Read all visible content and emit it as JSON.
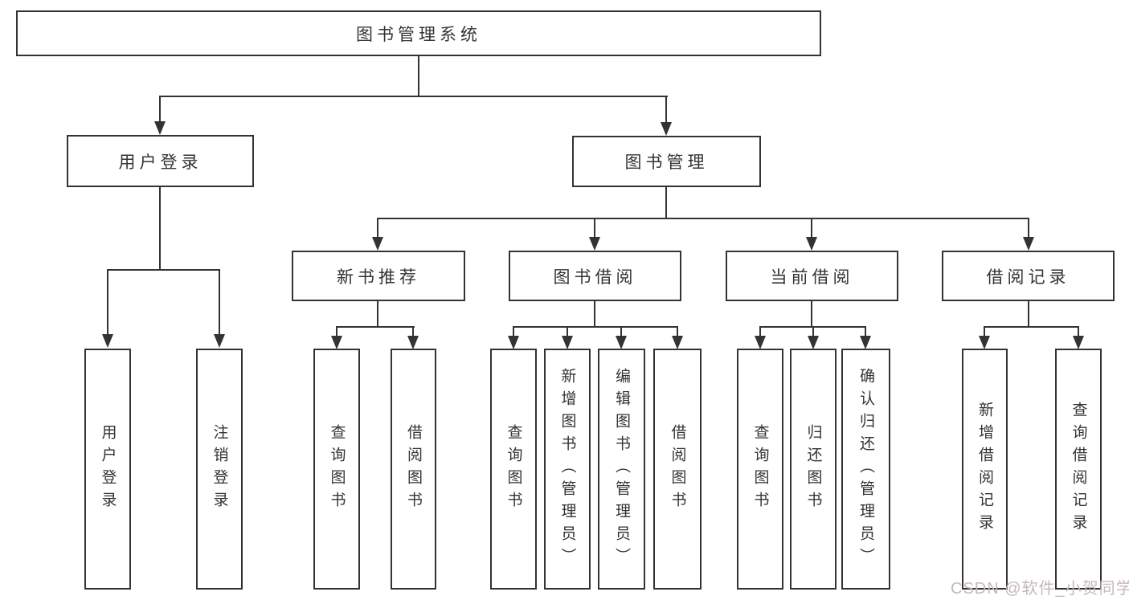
{
  "diagram": {
    "root": {
      "label": "图书管理系统"
    },
    "branches": [
      {
        "label": "用户登录",
        "children": [
          {
            "label": "用户登录"
          },
          {
            "label": "注销登录"
          }
        ]
      },
      {
        "label": "图书管理",
        "children": [
          {
            "label": "新书推荐",
            "children": [
              {
                "label": "查询图书"
              },
              {
                "label": "借阅图书"
              }
            ]
          },
          {
            "label": "图书借阅",
            "children": [
              {
                "label": "查询图书"
              },
              {
                "label": "新增图书（管理员）"
              },
              {
                "label": "编辑图书（管理员）"
              },
              {
                "label": "借阅图书"
              }
            ]
          },
          {
            "label": "当前借阅",
            "children": [
              {
                "label": "查询图书"
              },
              {
                "label": "归还图书"
              },
              {
                "label": "确认归还（管理员）"
              }
            ]
          },
          {
            "label": "借阅记录",
            "children": [
              {
                "label": "新增借阅记录"
              },
              {
                "label": "查询借阅记录"
              }
            ]
          }
        ]
      }
    ],
    "watermark": "CSDN @软件_小贺同学",
    "colors": {
      "line": "#333333",
      "text": "#333333",
      "background": "#ffffff",
      "watermark": "#c7b8b8"
    }
  }
}
